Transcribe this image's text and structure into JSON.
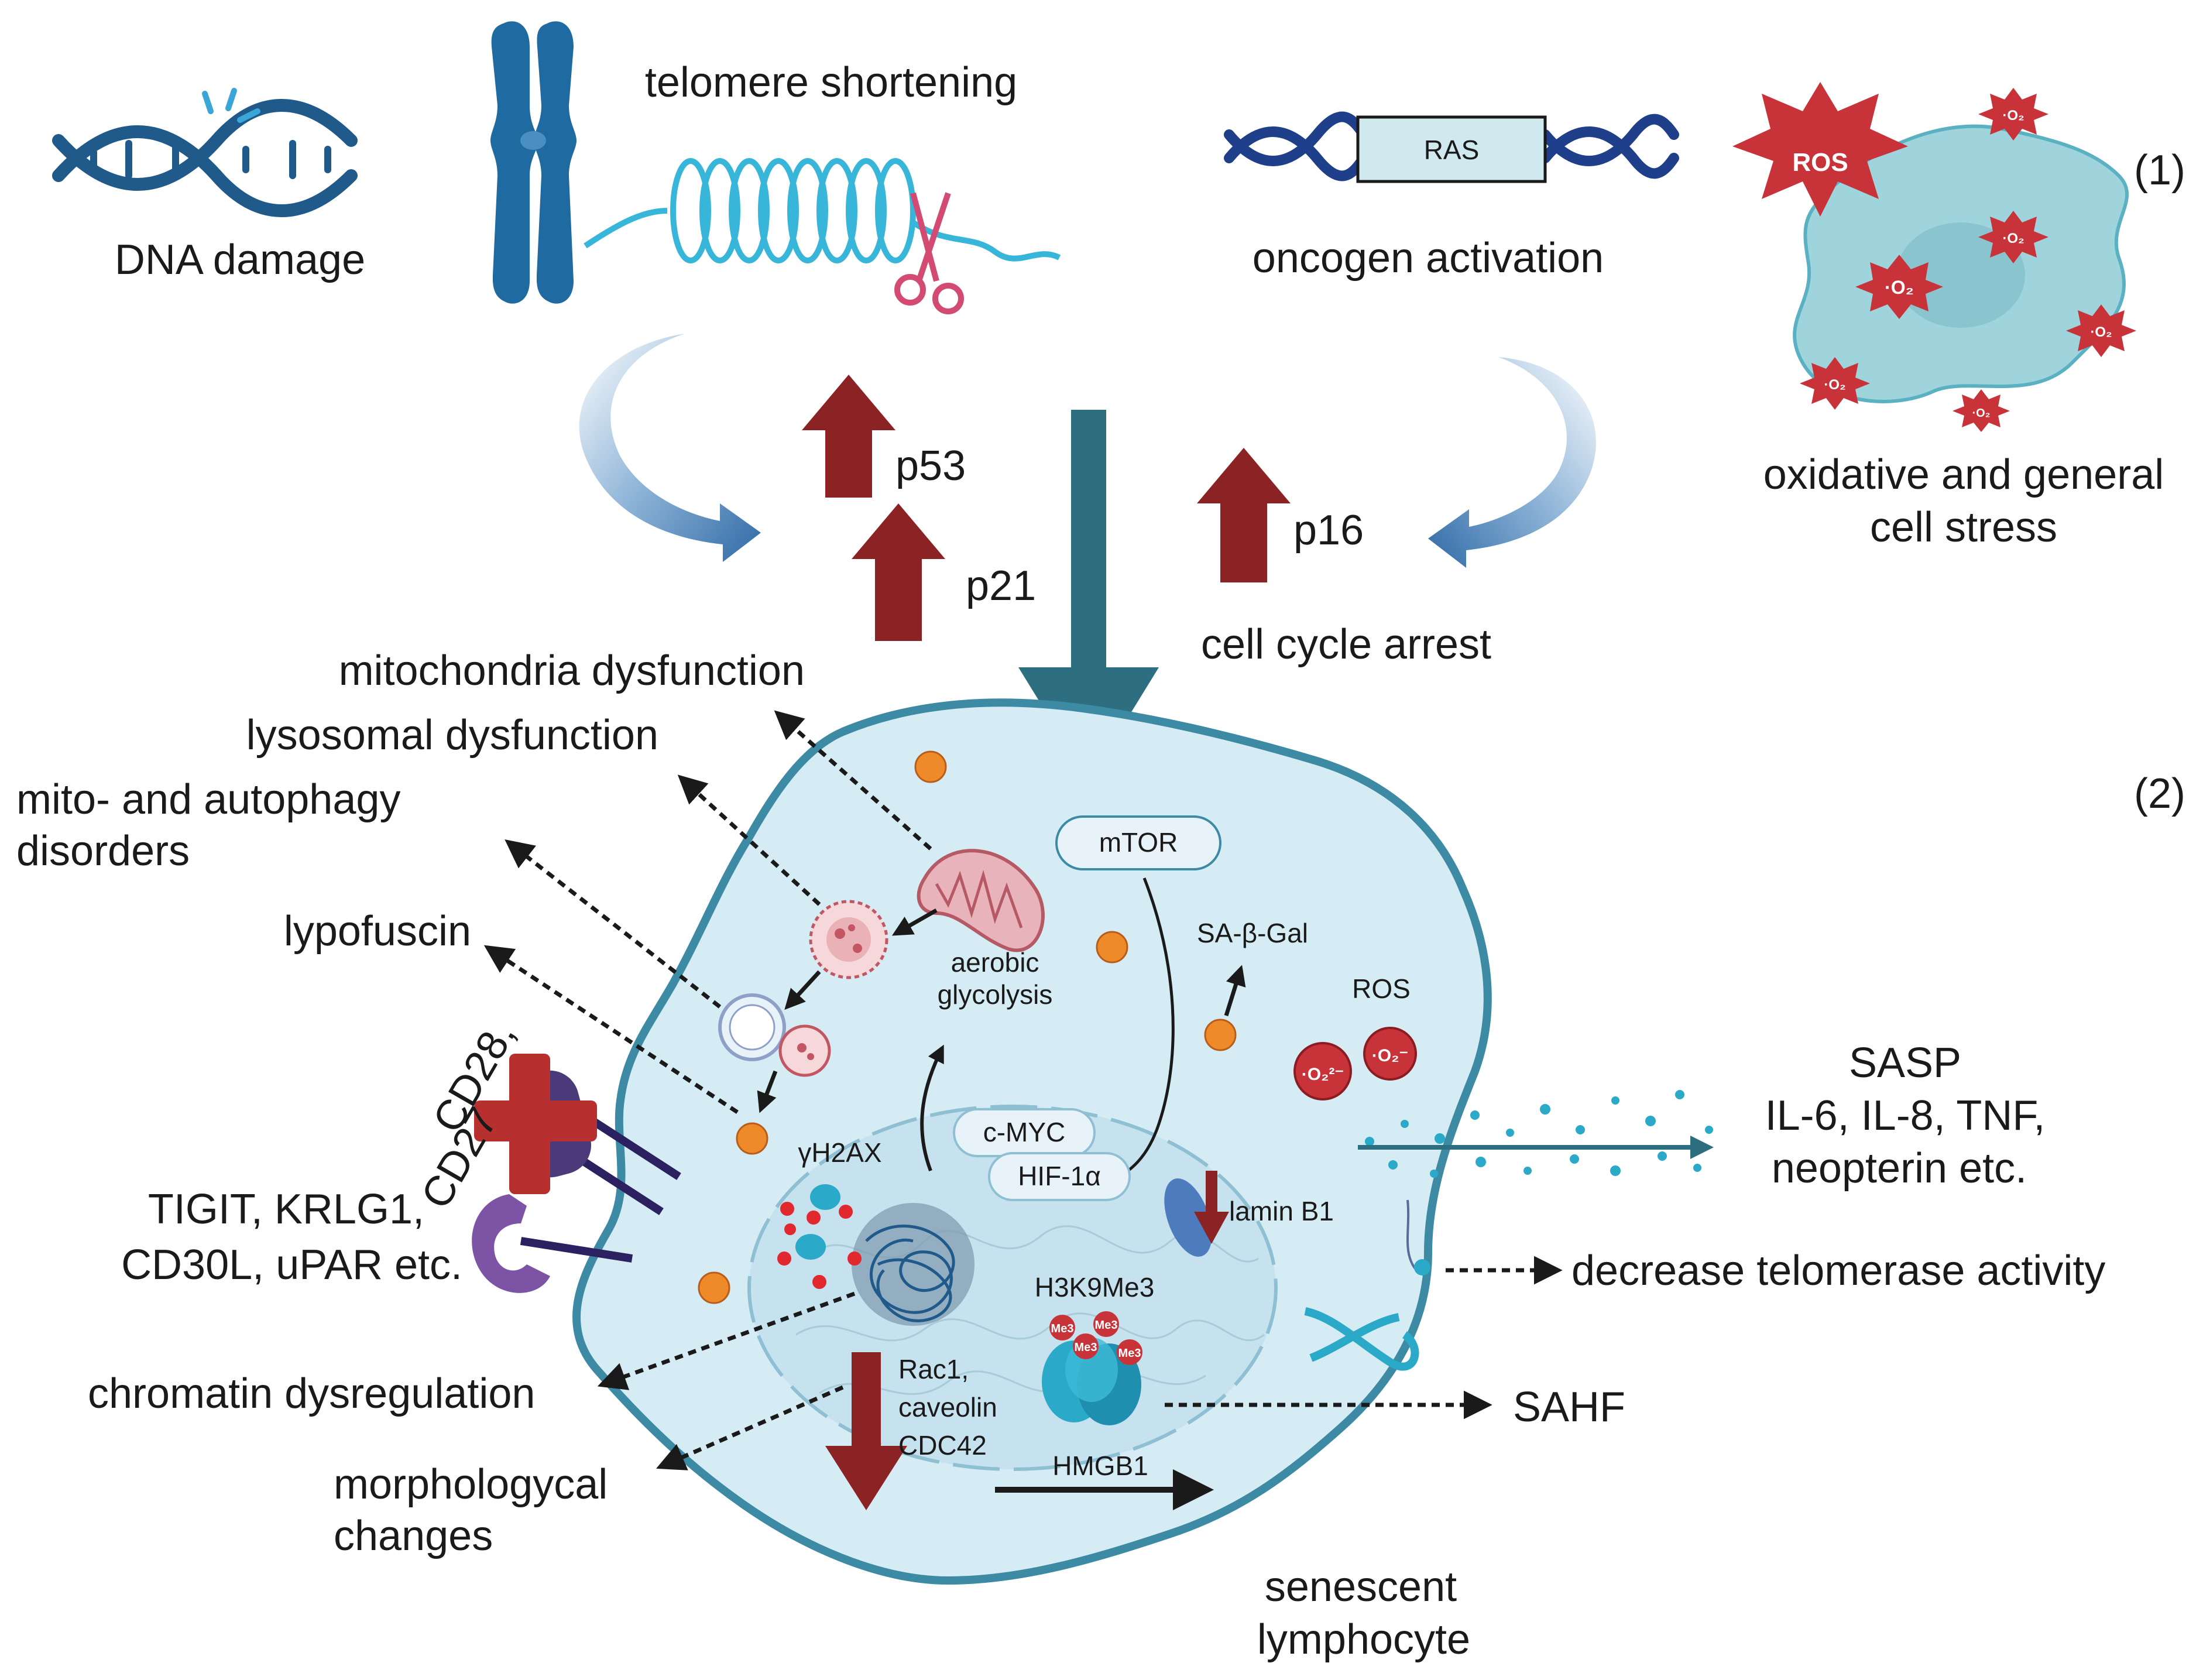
{
  "triggers": {
    "dna_damage": "DNA damage",
    "telomere": "telomere shortening",
    "ras_label": "RAS",
    "oncogen": "oncogen activation",
    "ros_label": "ROS",
    "superoxide": "·O₂",
    "oxidative_1": "oxidative and general",
    "oxidative_2": "cell stress"
  },
  "markers": {
    "panel_1": "(1)",
    "panel_2": "(2)",
    "p53": "p53",
    "p21": "p21",
    "p16": "p16",
    "cell_cycle_arrest": "cell cycle arrest"
  },
  "left_outcomes": {
    "mito_dysfunction": "mitochondria dysfunction",
    "lyso_dysfunction": "lysosomal dysfunction",
    "autophagy_1": "mito- and autophagy",
    "autophagy_2": "disorders",
    "lypofuscin": "lypofuscin",
    "cd28": "CD28,",
    "cd27": "CD27",
    "receptors_1": "TIGIT, KRLG1,",
    "receptors_2": "CD30L, uPAR etc.",
    "chromatin": "chromatin dysregulation",
    "morpho_1": "morphologycal",
    "morpho_2": "changes"
  },
  "cell_internal": {
    "mtor": "mTOR",
    "sa_gal": "SA-β-Gal",
    "ros": "ROS",
    "o2_a": "·O₂²⁻",
    "o2_b": "·O₂⁻",
    "aerobic_1": "aerobic",
    "aerobic_2": "glycolysis",
    "cmyc": "c-MYC",
    "hif": "HIF-1α",
    "gh2ax": "γH2AX",
    "lamin": "lamin B1",
    "h3k9": "H3K9Me3",
    "me3": "Me3",
    "rac_1": "Rac1,",
    "rac_2": "caveolin",
    "rac_3": "CDC42",
    "hmgb1": "HMGB1"
  },
  "right_outcomes": {
    "sasp_1": "SASP",
    "sasp_2": "IL-6, IL-8, TNF,",
    "sasp_3": "neopterin etc.",
    "telomerase": "decrease telomerase activity",
    "sahf": "SAHF",
    "senescent_1": "senescent",
    "senescent_2": "lymphocyte"
  },
  "colors": {
    "dna_blue": "#1f5a8a",
    "teal_dna": "#2aa9c9",
    "up_arrow_red": "#8b2325",
    "curved_arrow_blue": "#2f6aa6",
    "cell_fill": "#d6ecf4",
    "cell_border": "#3d8aa5",
    "big_arrow_teal": "#2d6e80",
    "ros_red": "#c8333a",
    "orange_dot": "#ef8a2a",
    "cross_red": "#b82f2f",
    "receptor_purple": "#4a3a7a"
  }
}
